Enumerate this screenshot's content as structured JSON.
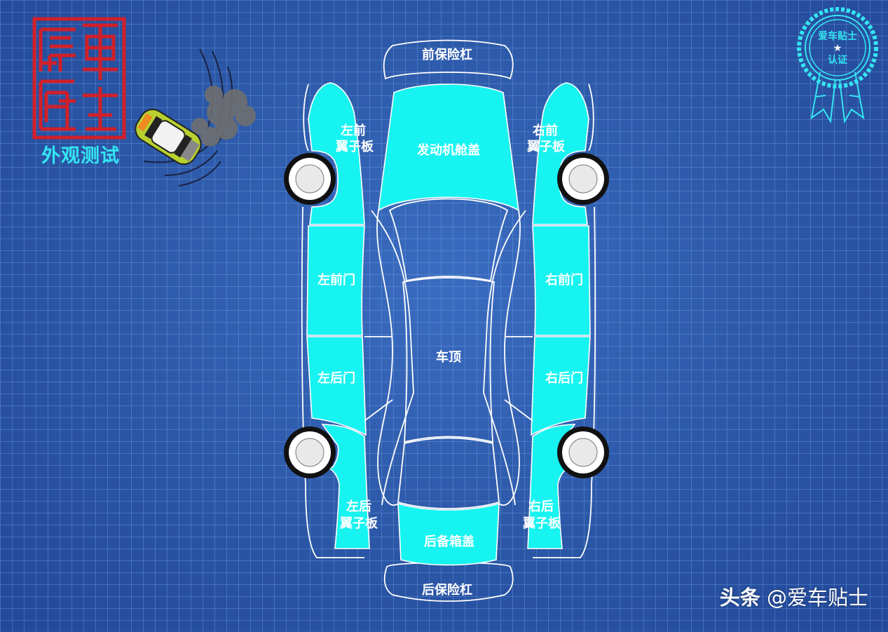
{
  "logo": {
    "stamp_glyphs": [
      "愛",
      "車",
      "貼",
      "士"
    ],
    "caption": "外观测试"
  },
  "badge": {
    "line1": "爱车贴士",
    "star": "★",
    "line2": "认证"
  },
  "diagram": {
    "labels": {
      "front_bumper": "前保险杠",
      "hood": "发动机舱盖",
      "left_front_fender_1": "左前",
      "left_front_fender_2": "翼子板",
      "right_front_fender_1": "右前",
      "right_front_fender_2": "翼子板",
      "left_front_door": "左前门",
      "right_front_door": "右前门",
      "roof": "车顶",
      "left_rear_door": "左后门",
      "right_rear_door": "右后门",
      "left_rear_fender_1": "左后",
      "left_rear_fender_2": "翼子板",
      "right_rear_fender_1": "右后",
      "right_rear_fender_2": "翼子板",
      "trunk": "后备箱盖",
      "rear_bumper": "后保险杠"
    },
    "colors": {
      "highlight": "#17f3f0",
      "outline": "#ffffff",
      "background": "#2e59a8"
    }
  },
  "watermark": {
    "brand": "头条",
    "handle": "@爱车贴士"
  }
}
